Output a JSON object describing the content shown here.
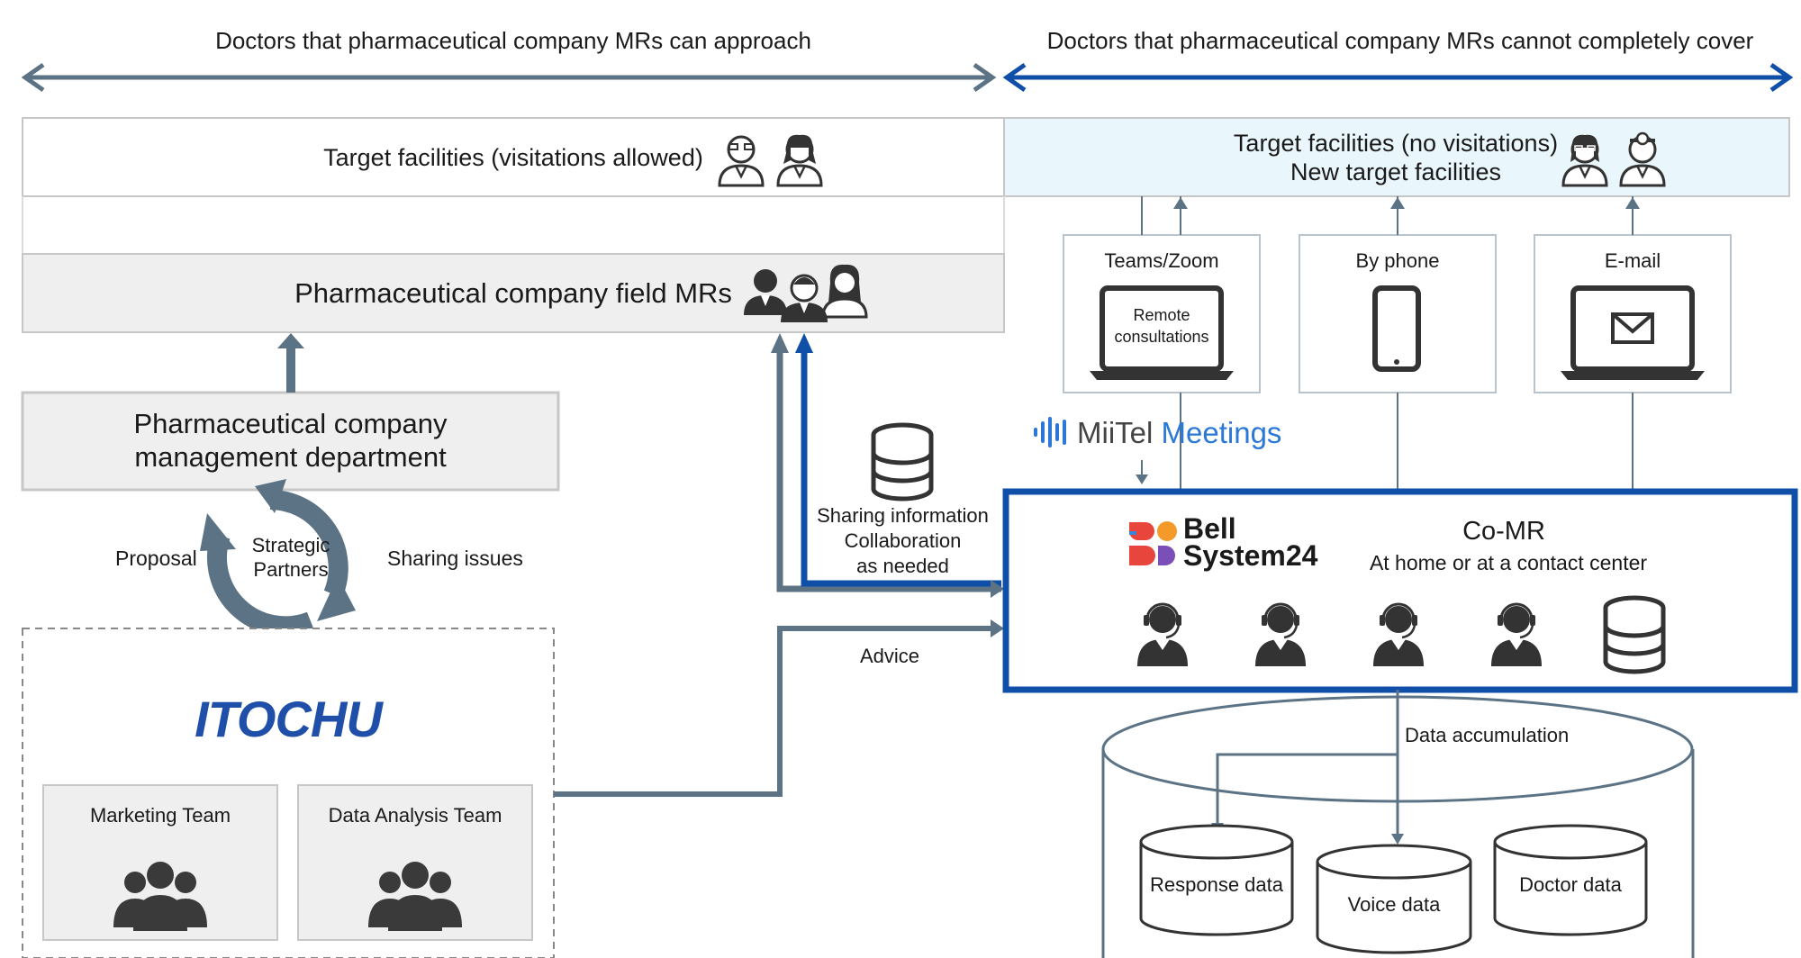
{
  "header": {
    "left_span": "Doctors that pharmaceutical company MRs can approach",
    "right_span": "Doctors that pharmaceutical company MRs cannot completely cover"
  },
  "targets": {
    "visit_allowed": "Target facilities (visitations allowed)",
    "no_visit_line1": "Target facilities (no visitations)",
    "no_visit_line2": "New target facilities"
  },
  "field_mrs": "Pharmaceutical company field MRs",
  "management": {
    "line1": "Pharmaceutical company",
    "line2": "management department"
  },
  "cycle": {
    "proposal": "Proposal",
    "center_line1": "Strategic",
    "center_line2": "Partners",
    "sharing_issues": "Sharing issues"
  },
  "itochu": {
    "logo": "ITOCHU",
    "marketing_team": "Marketing Team",
    "data_analysis_team": "Data Analysis Team"
  },
  "flow": {
    "sharing_line1": "Sharing information",
    "sharing_line2": "Collaboration",
    "sharing_line3": "as needed",
    "advice": "Advice"
  },
  "channels": {
    "teams_zoom": "Teams/Zoom",
    "remote_line1": "Remote",
    "remote_line2": "consultations",
    "by_phone": "By phone",
    "email": "E-mail"
  },
  "miitel": {
    "brand_a": "MiiTel",
    "brand_b": "Meetings"
  },
  "comr": {
    "brand_line1": "Bell",
    "brand_line2": "System24",
    "title": "Co-MR",
    "subtitle": "At home or at a contact center"
  },
  "datastore": {
    "accumulation": "Data accumulation",
    "response": "Response data",
    "voice": "Voice data",
    "doctor": "Doctor data"
  },
  "colors": {
    "slate": "#5c7385",
    "blue": "#0f4fa8",
    "icon_dark": "#333333",
    "light_blue_fill": "#e9f6fc",
    "grey_fill": "#efefef",
    "itochu_blue": "#1f4fa8",
    "miitel_blue": "#2b78d6",
    "bell_red": "#e8453c",
    "bell_orange": "#f39a2b",
    "bell_purple": "#7a4fb8",
    "bell_blue": "#3a84d9"
  }
}
